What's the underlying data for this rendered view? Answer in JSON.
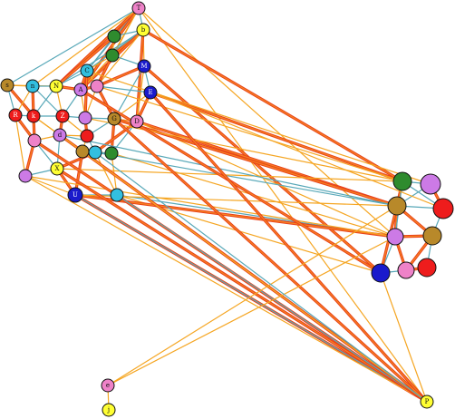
{
  "graph": {
    "background": "#ffffff",
    "node_stroke": "#111111",
    "edge_colors": {
      "strong_outer": "#e8401c",
      "strong_inner": "#f7851f",
      "weak_a": "#f5a623",
      "weak_b": "#58a8b8"
    },
    "nodes": [
      {
        "id": "T",
        "label": "T",
        "color": "#ee82c8"
      },
      {
        "id": "b",
        "label": "b",
        "color": "#ffff33"
      },
      {
        "id": "g1",
        "label": "",
        "color": "#2e8b2e"
      },
      {
        "id": "g2",
        "label": "",
        "color": "#2e8b2e"
      },
      {
        "id": "M",
        "label": "M",
        "color": "#1a1acc"
      },
      {
        "id": "E",
        "label": "E",
        "color": "#1a1acc"
      },
      {
        "id": "c1",
        "label": "C",
        "color": "#33bfdf"
      },
      {
        "id": "s",
        "label": "s",
        "color": "#b8892a"
      },
      {
        "id": "n",
        "label": "n",
        "color": "#33bfdf"
      },
      {
        "id": "N",
        "label": "N",
        "color": "#ffff33"
      },
      {
        "id": "A",
        "label": "A",
        "color": "#cc7ae6"
      },
      {
        "id": "r1",
        "label": "",
        "color": "#ee82c8"
      },
      {
        "id": "R",
        "label": "R",
        "color": "#ee1c1c"
      },
      {
        "id": "k",
        "label": "k",
        "color": "#ee1c1c"
      },
      {
        "id": "Z",
        "label": "Z",
        "color": "#ee1c1c"
      },
      {
        "id": "p1",
        "label": "",
        "color": "#cc7ae6"
      },
      {
        "id": "G",
        "label": "G",
        "color": "#b8892a"
      },
      {
        "id": "D",
        "label": "D",
        "color": "#ee82c8"
      },
      {
        "id": "p2",
        "label": "",
        "color": "#ee82c8"
      },
      {
        "id": "d",
        "label": "d",
        "color": "#cc7ae6"
      },
      {
        "id": "r2",
        "label": "",
        "color": "#ee1c1c"
      },
      {
        "id": "o1",
        "label": "",
        "color": "#b8892a"
      },
      {
        "id": "c2",
        "label": "",
        "color": "#33bfdf"
      },
      {
        "id": "g3",
        "label": "",
        "color": "#2e8b2e"
      },
      {
        "id": "X",
        "label": "X",
        "color": "#ffff33"
      },
      {
        "id": "v1",
        "label": "",
        "color": "#cc7ae6"
      },
      {
        "id": "U",
        "label": "U",
        "color": "#1a1acc"
      },
      {
        "id": "c3",
        "label": "",
        "color": "#33bfdf"
      },
      {
        "id": "Rg",
        "label": "",
        "color": "#2e8b2e"
      },
      {
        "id": "Rv",
        "label": "",
        "color": "#cc7ae6"
      },
      {
        "id": "Ro",
        "label": "",
        "color": "#b8892a"
      },
      {
        "id": "Rr1",
        "label": "",
        "color": "#ee1c1c"
      },
      {
        "id": "Rv2",
        "label": "",
        "color": "#cc7ae6"
      },
      {
        "id": "Ro2",
        "label": "",
        "color": "#b8892a"
      },
      {
        "id": "Rb",
        "label": "",
        "color": "#1a1acc"
      },
      {
        "id": "Rp",
        "label": "",
        "color": "#ee82c8"
      },
      {
        "id": "Rr2",
        "label": "",
        "color": "#ee1c1c"
      },
      {
        "id": "P",
        "label": "P",
        "color": "#ffff33"
      },
      {
        "id": "e",
        "label": "e",
        "color": "#ee82c8"
      },
      {
        "id": "j",
        "label": "j",
        "color": "#ffff33"
      }
    ]
  }
}
